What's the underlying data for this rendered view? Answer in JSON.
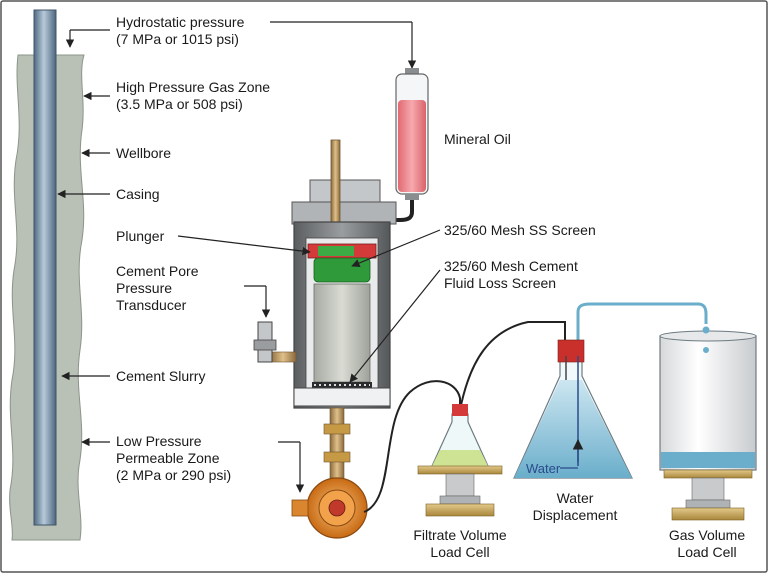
{
  "labels": {
    "hydrostatic_1": "Hydrostatic pressure",
    "hydrostatic_2": "(7 MPa or 1015 psi)",
    "gas_zone_1": "High Pressure Gas Zone",
    "gas_zone_2": "(3.5 MPa or 508 psi)",
    "wellbore": "Wellbore",
    "casing": "Casing",
    "plunger": "Plunger",
    "pore_1": "Cement Pore",
    "pore_2": "Pressure",
    "pore_3": "Transducer",
    "slurry": "Cement Slurry",
    "low_zone_1": "Low Pressure",
    "low_zone_2": "Permeable Zone",
    "low_zone_3": "(2 MPa or 290 psi)",
    "mineral_oil": "Mineral Oil",
    "ss_screen": "325/60 Mesh SS Screen",
    "fl_screen_1": "325/60 Mesh Cement",
    "fl_screen_2": "Fluid Loss Screen",
    "water": "Water",
    "water_disp_1": "Water",
    "water_disp_2": "Displacement",
    "filtrate_1": "Filtrate Volume",
    "filtrate_2": "Load Cell",
    "gas_cell_1": "Gas Volume",
    "gas_cell_2": "Load Cell"
  },
  "colors": {
    "formation": "#b9c1b7",
    "casing": "#6f8aa3",
    "mineral_oil": "#e9797f",
    "plunger": "#d43a3a",
    "screen": "#2f9a3a",
    "cement": "#c9cbc4",
    "water": "#8ec4db",
    "valve": "#e07d22",
    "scale": "#c9a95a"
  }
}
